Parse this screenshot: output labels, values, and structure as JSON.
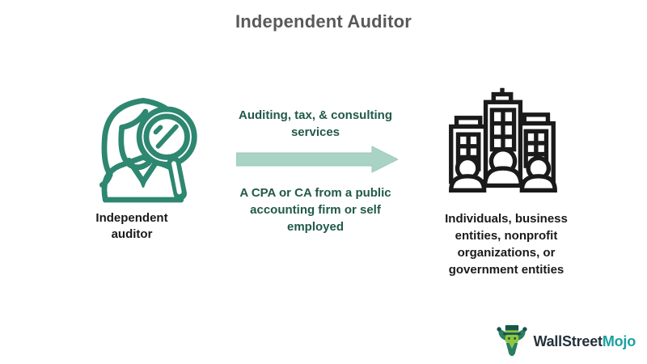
{
  "title": "Independent Auditor",
  "left": {
    "icon": "auditor-woman-magnifier-icon",
    "label": "Independent auditor"
  },
  "center": {
    "top_text": "Auditing, tax, & consulting services",
    "bottom_text": "A CPA or CA from a public accounting firm or self employed",
    "arrow_direction": "right"
  },
  "right": {
    "icon": "organizations-buildings-people-icon",
    "label": "Individuals, business entities, nonprofit organizations, or government entities"
  },
  "colors": {
    "title_text": "#595959",
    "teal_text": "#21594a",
    "auditor_icon_stroke": "#2e8770",
    "arrow_fill": "#a9d4c5",
    "black_icon_and_text": "#1a1a1a",
    "logo_primary": "#24313c",
    "logo_accent": "#1ba0a0"
  },
  "branding": {
    "logo_icon": "wallstreetmojo-mascot-icon",
    "name_primary": "WallStreet",
    "name_accent": "Mojo"
  }
}
